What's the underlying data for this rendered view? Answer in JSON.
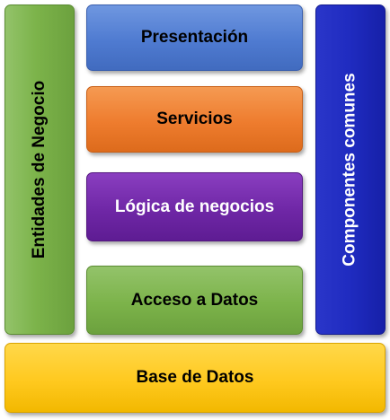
{
  "diagram": {
    "side_left": {
      "label": "Entidades de Negocio",
      "color": "#7cb34a"
    },
    "side_right": {
      "label": "Componentes comunes",
      "color": "#1f2bc0"
    },
    "layers": [
      {
        "label": "Presentación",
        "color": "#4f7bd1"
      },
      {
        "label": "Servicios",
        "color": "#ee7c2e"
      },
      {
        "label": "Lógica de negocios",
        "color": "#6f27a6"
      },
      {
        "label": "Acceso a Datos",
        "color": "#7cb34a"
      }
    ],
    "base": {
      "label": "Base de Datos",
      "color": "#ffc91f"
    }
  }
}
